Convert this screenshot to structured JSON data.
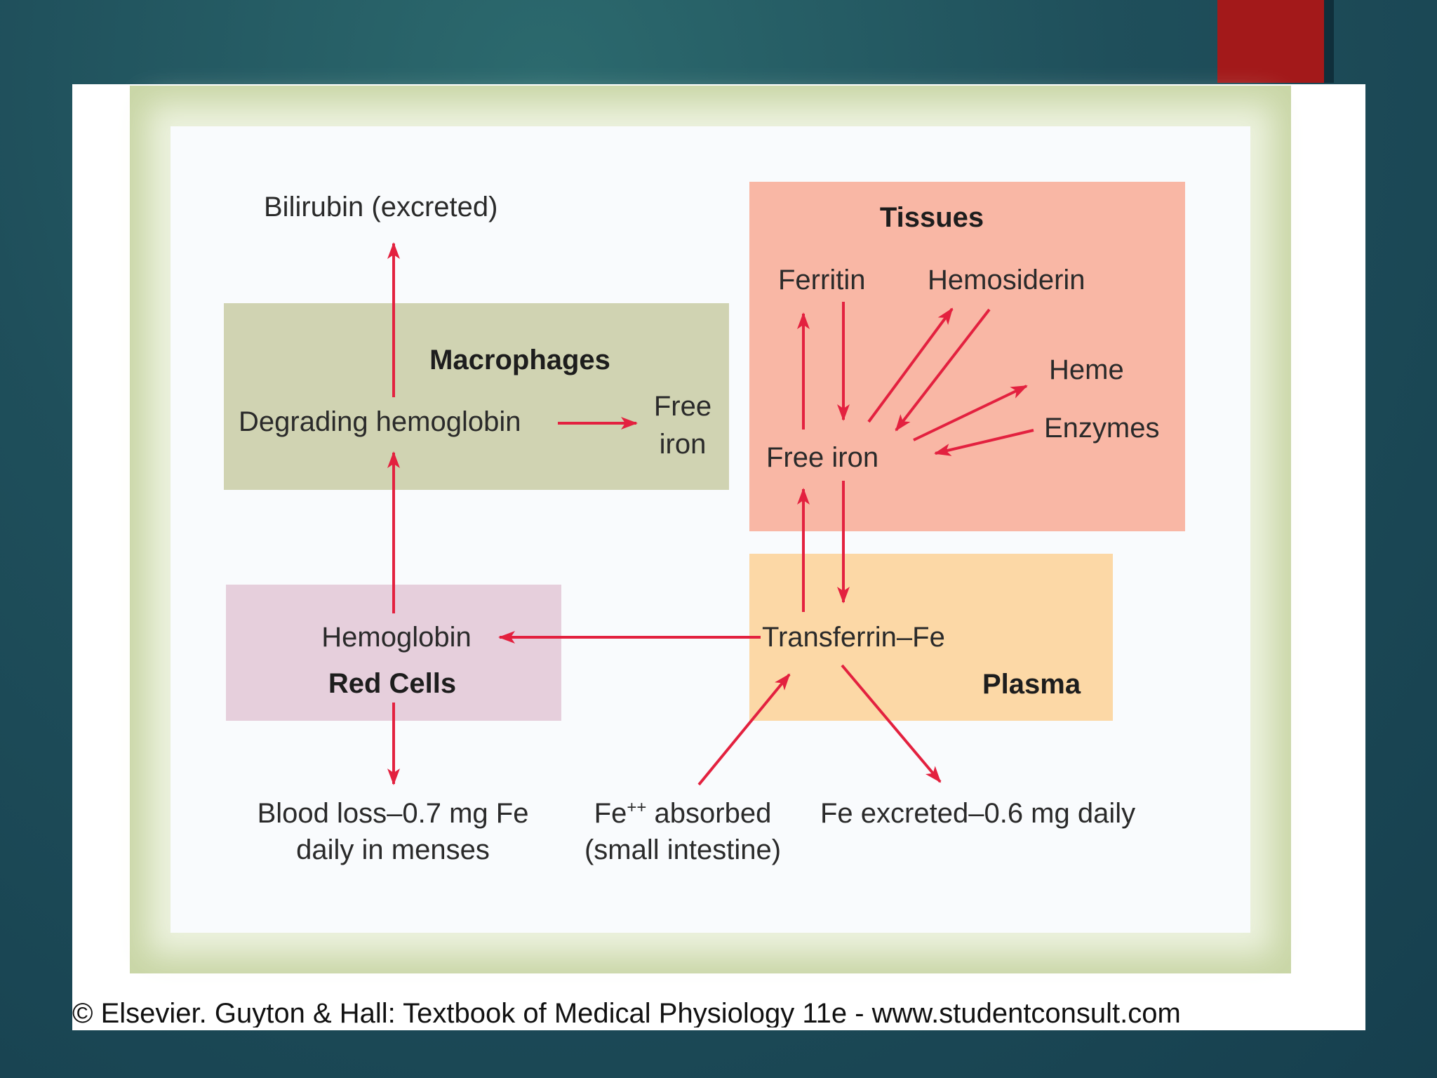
{
  "diagram": {
    "boxes": {
      "tissues": "Tissues",
      "macrophages": "Macrophages",
      "red_cells": "Red Cells",
      "plasma": "Plasma"
    },
    "nodes": {
      "bilirubin": "Bilirubin (excreted)",
      "degrading_hemoglobin": "Degrading hemoglobin",
      "free_iron_macrophage_line1": "Free",
      "free_iron_macrophage_line2": "iron",
      "ferritin": "Ferritin",
      "hemosiderin": "Hemosiderin",
      "heme": "Heme",
      "enzymes": "Enzymes",
      "free_iron_tissue": "Free iron",
      "hemoglobin": "Hemoglobin",
      "transferrin_fe": "Transferrin–Fe",
      "blood_loss_line1": "Blood loss–0.7 mg Fe",
      "blood_loss_line2": "daily in menses",
      "fe_absorbed_prefix": "Fe",
      "fe_absorbed_superscript": "++",
      "fe_absorbed_suffix": " absorbed",
      "fe_absorbed_line2": "(small intestine)",
      "fe_excreted": "Fe excreted–0.6 mg daily"
    },
    "arrow_color": "#e3213f"
  },
  "credit": "© Elsevier. Guyton & Hall: Textbook of Medical Physiology 11e - www.studentconsult.com"
}
